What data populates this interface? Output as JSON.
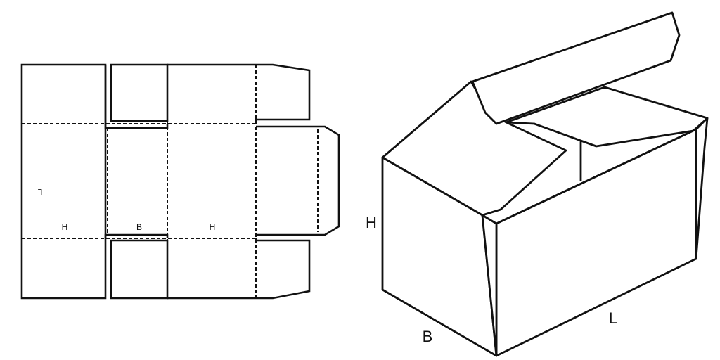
{
  "flat_layout": {
    "labels": {
      "length_marker": "L",
      "height_left": "H",
      "breadth": "B",
      "height_middle": "H"
    }
  },
  "box_view": {
    "labels": {
      "height": "H",
      "breadth": "B",
      "length": "L"
    }
  }
}
